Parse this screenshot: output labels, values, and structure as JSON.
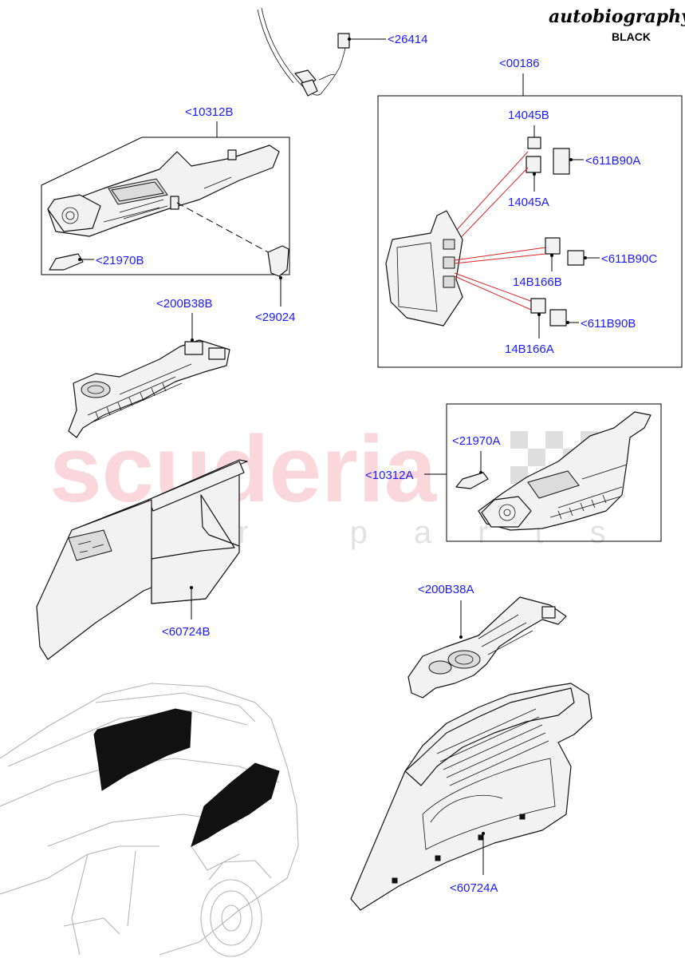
{
  "brand": {
    "title": "autobiography",
    "subtitle": "BLACK"
  },
  "watermark": {
    "main": "scuderia",
    "sub": "car parts"
  },
  "labels": {
    "p26414": "<26414",
    "p00186": "<00186",
    "p14045B": "14045B",
    "p611B90A": "<611B90A",
    "p14045A": "14045A",
    "p10312B": "<10312B",
    "p21970B": "<21970B",
    "p29024": "<29024",
    "p14B166B": "14B166B",
    "p611B90C": "<611B90C",
    "p611B90B": "<611B90B",
    "p14B166A": "14B166A",
    "p200B38B": "<200B38B",
    "p21970A": "<21970A",
    "p10312A": "<10312A",
    "p60724B": "<60724B",
    "p200B38A": "<200B38A",
    "p60724A": "<60724A"
  }
}
